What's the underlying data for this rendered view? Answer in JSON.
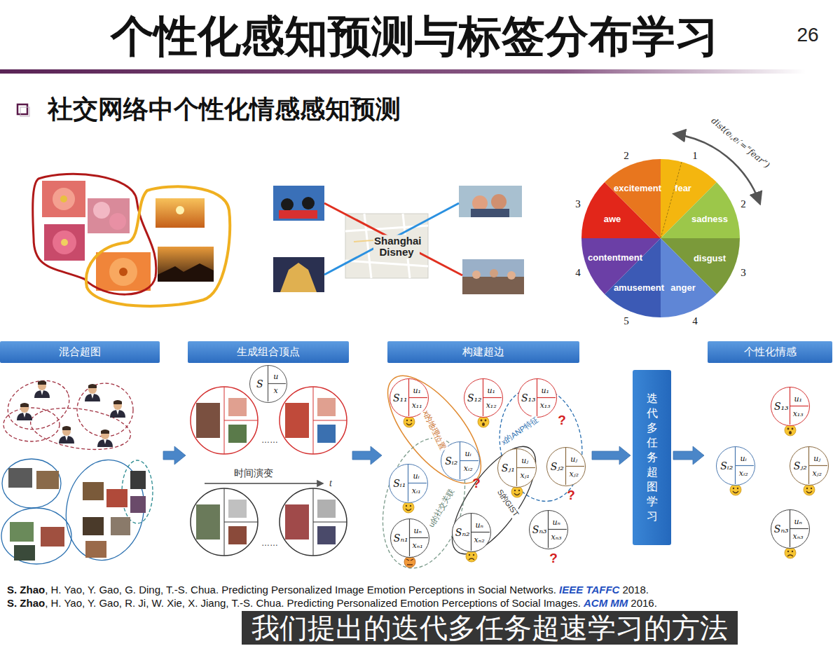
{
  "diagram": {
    "title": "个性化感知预测与标签分布学习",
    "caption": "我们提出的迭代多任务超速学习的方法",
    "nodes": [
      {
        "text": [
          "混合超图"
        ]
      },
      {
        "text": [
          "生成组合顶点"
        ]
      },
      {
        "text": [
          "S",
          "u",
          "x"
        ],
        "in": 1
      },
      {
        "text": [
          "构建超边"
        ]
      },
      {
        "text": [
          "S₁₁",
          "u₁",
          "x₁₁"
        ],
        "in": 3
      },
      {
        "text": [
          "S₁₂",
          "u₁",
          "x₁₂"
        ],
        "in": 3
      },
      {
        "text": [
          "S₁₃",
          "u₁",
          "x₁₃"
        ],
        "in": 3
      },
      {
        "text": [
          "Sᵢ₁",
          "uᵢ",
          "xᵢ₁"
        ],
        "in": 3
      },
      {
        "text": [
          "Sᵢ₂",
          "uᵢ",
          "xᵢ₂"
        ],
        "in": 3
      },
      {
        "text": [
          "Sⱼ₁",
          "uⱼ",
          "xⱼ₁"
        ],
        "in": 3
      },
      {
        "text": [
          "Sⱼ₂",
          "uⱼ",
          "xⱼ₂"
        ],
        "in": 3
      },
      {
        "text": [
          "Sₙ₁",
          "uₙ",
          "xₙ₁"
        ],
        "in": 3
      },
      {
        "text": [
          "Sₙ₂",
          "uₙ",
          "xₙ₂"
        ],
        "in": 3
      },
      {
        "text": [
          "Sₙ₃",
          "uₙ",
          "xₙ₃"
        ],
        "in": 3
      },
      {
        "text": [
          "迭代多任务超图学习"
        ]
      },
      {
        "text": [
          "个性化情感"
        ]
      },
      {
        "text": [
          "S₁₃",
          "u₁",
          "x₁₃"
        ],
        "in": 15
      },
      {
        "text": [
          "Sᵢ₂",
          "uᵢ",
          "xᵢ₂"
        ],
        "in": 15
      },
      {
        "text": [
          "Sⱼ₂",
          "uⱼ",
          "xⱼ₂"
        ],
        "in": 15
      },
      {
        "text": [
          "Sₙ₃",
          "uₙ",
          "xₙ₃"
        ],
        "in": 15
      }
    ],
    "edges": [
      {
        "from": 0,
        "to": 1,
        "arrow": "to"
      },
      {
        "from": 1,
        "to": 3,
        "arrow": "to"
      },
      {
        "from": 3,
        "to": 14,
        "arrow": "to"
      },
      {
        "from": 14,
        "to": 15,
        "arrow": "to"
      }
    ],
    "labels": [
      "26",
      "社交网络中个性化情感感知预测",
      "Shanghai Disney",
      "dist(eᵢ,eᵢ′=“fear”)",
      "excitement",
      "fear",
      "sadness",
      "disgust",
      "anger",
      "amusement",
      "contentment",
      "awe",
      "2",
      "1",
      "3",
      "2",
      "4",
      "3",
      "5",
      "4",
      "……",
      "时间演变",
      "t",
      "……",
      "x的地理位置",
      "x的ANP特征",
      "S的GIST",
      "u的社交关联",
      "?",
      "?",
      "?",
      "?",
      "S. Zhao",
      ", H. Yao, Y. Gao, G. Ding, T.-S. Chua. Predicting Personalized Image Emotion Perceptions in Social Networks.",
      "IEEE TAFFC",
      "2018.",
      "S. Zhao",
      ", H. Yao, Y. Gao, R. Ji, W. Xie, X. Jiang, T.-S. Chua. Predicting Personalized Emotion Perceptions of Social Images.",
      "ACM MM",
      "2016."
    ]
  }
}
